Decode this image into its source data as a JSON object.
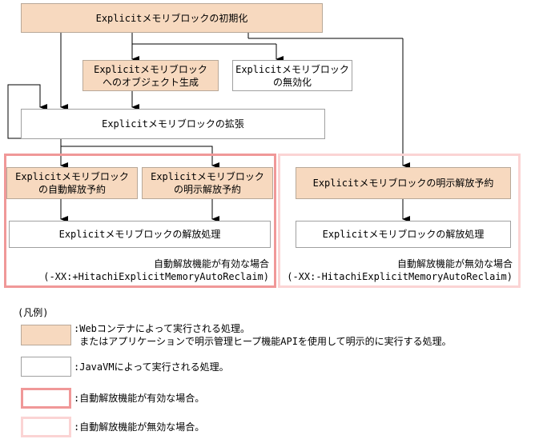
{
  "nodes": {
    "init": "Explicitメモリブロックの初期化",
    "create": "Explicitメモリブロック\nへのオブジェクト生成",
    "disable": "Explicitメモリブロック\nの無効化",
    "expand": "Explicitメモリブロックの拡張",
    "auto_reserve": "Explicitメモリブロック\nの自動解放予約",
    "explicit_reserve_left": "Explicitメモリブロック\nの明示解放予約",
    "release_left": "Explicitメモリブロックの解放処理",
    "explicit_reserve_right": "Explicitメモリブロックの明示解放予約",
    "release_right": "Explicitメモリブロックの解放処理"
  },
  "regions": {
    "enabled_label": "自動解放機能が有効な場合\n(-XX:+HitachiExplicitMemoryAutoReclaim)",
    "disabled_label": "自動解放機能が無効な場合\n(-XX:-HitachiExplicitMemoryAutoReclaim)"
  },
  "legend": {
    "title": "(凡例)",
    "tan": ":Webコンテナによって実行される処理。\n またはアプリケーションで明示管理ヒープ機能APIを使用して明示的に実行する処理。",
    "white": ":JavaVMによって実行される処理。",
    "strong": ":自動解放機能が有効な場合。",
    "light": ":自動解放機能が無効な場合。"
  },
  "colors": {
    "tan_fill": "#f7d9bf",
    "enabled_border": "#f09898",
    "disabled_border": "#fbd4d4"
  }
}
